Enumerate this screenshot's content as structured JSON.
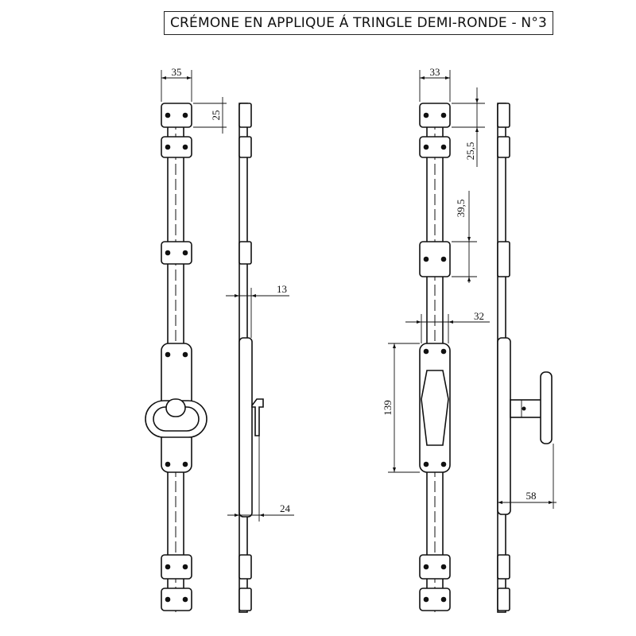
{
  "title": "CRÉMONE EN APPLIQUE Á TRINGLE DEMI-RONDE - N°3",
  "dimensions": {
    "d35": "35",
    "d25": "25",
    "d13": "13",
    "d24": "24",
    "d33": "33",
    "d25_5": "25,5",
    "d39_5": "39,5",
    "d32": "32",
    "d139": "139",
    "d58": "58"
  }
}
